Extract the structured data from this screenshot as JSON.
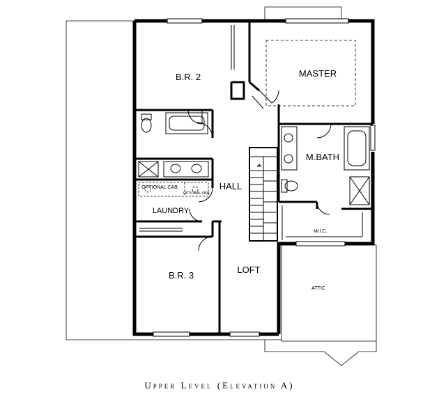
{
  "plan": {
    "rooms": {
      "br2": "B.R. 2",
      "master": "MASTER",
      "mbath": "M.BATH",
      "hall": "HALL",
      "laundry": "LAUNDRY",
      "br3": "B.R. 3",
      "loft": "LOFT",
      "attic": "ATTIC",
      "wic": "W.I.C."
    },
    "notes": {
      "optional_cabinet": "OPTIONAL CAB.",
      "optional_sink": "OPTIONAL SINK"
    },
    "caption": "Upper Level (Elevation A)"
  }
}
